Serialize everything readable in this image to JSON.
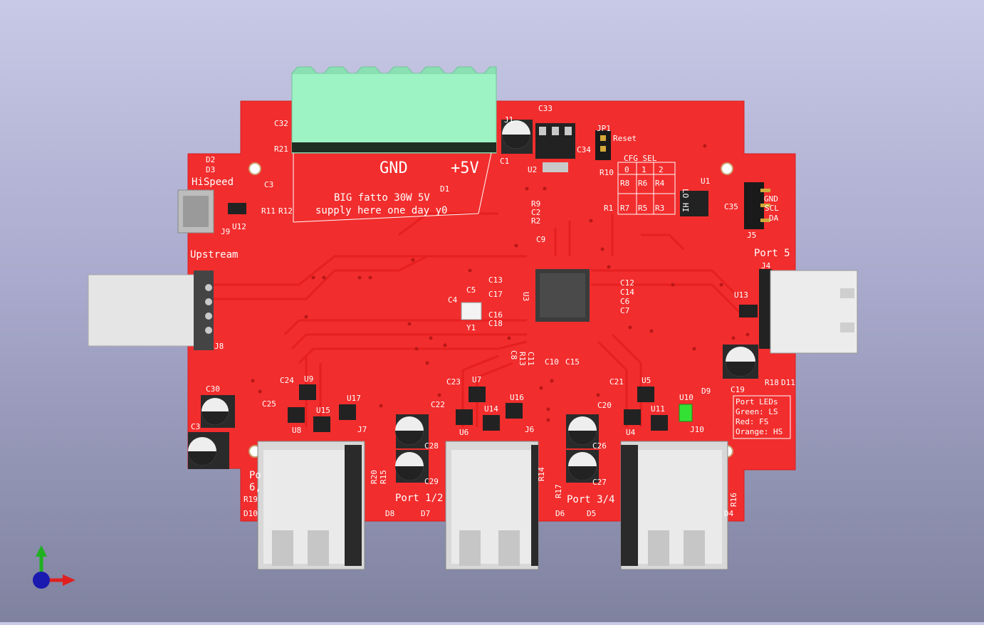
{
  "viewer": {
    "name": "3D Viewer",
    "axes": {
      "x_color": "#e02020",
      "y_color": "#20b020",
      "z_color": "#1a1ab0"
    }
  },
  "colors": {
    "background_top": "#c8c9e6",
    "background_bottom": "#7f829f",
    "board": "#f22d2d",
    "silkscreen": "#ffffff",
    "terminal_block": "#9df3c4",
    "led_green": "#35e035"
  },
  "silkscreen": {
    "hispeed": "HiSpeed",
    "upstream": "Upstream",
    "port5": "Port 5",
    "port12": "Port 1/2",
    "port34": "Port 3/4",
    "port_partial": "Po",
    "port_partial_num": "6,",
    "gnd": "GND",
    "plus5v": "+5V",
    "note_line1": "BIG fatto 30W 5V",
    "note_line2": "supply here one day y0",
    "reset": "Reset",
    "cfg_sel": "CFG_SEL",
    "cfg_cols": [
      "0",
      "1",
      "2"
    ],
    "lo_hi": "LO HI",
    "i2c_gnd": "GND",
    "i2c_scl": "SCL",
    "i2c_sda": "DA",
    "led_legend": [
      "Port LEDs",
      "Green: LS",
      "Red: FS",
      "Orange: HS"
    ]
  },
  "refs": {
    "C32": "C32",
    "R21": "R21",
    "C33": "C33",
    "J1": "J1",
    "C1": "C1",
    "U2": "U2",
    "C34": "C34",
    "JP1": "JP1",
    "R10": "R10",
    "R8": "R8",
    "R6": "R6",
    "R4": "R4",
    "R1": "R1",
    "R7": "R7",
    "R5": "R5",
    "R3": "R3",
    "U1": "U1",
    "C35": "C35",
    "J5": "J5",
    "D2": "D2",
    "D3": "D3",
    "C3": "C3",
    "R11": "R11",
    "R12": "R12",
    "J9": "J9",
    "U12": "U12",
    "D1": "D1",
    "R9": "R9",
    "C2": "C2",
    "R2": "R2",
    "C9": "C9",
    "J4": "J4",
    "U13": "U13",
    "C13": "C13",
    "C17": "C17",
    "U3": "U3",
    "C5": "C5",
    "C4": "C4",
    "Y1": "Y1",
    "C16": "C16",
    "C18": "C18",
    "C12": "C12",
    "C14": "C14",
    "C6": "C6",
    "C7": "C7",
    "C8": "C8",
    "R13": "R13",
    "C11": "C11",
    "C10": "C10",
    "C15": "C15",
    "J8": "J8",
    "C19": "C19",
    "R18": "R18",
    "D11": "D11",
    "D9": "D9",
    "C30": "C30",
    "C31": "C3",
    "C24": "C24",
    "U9": "U9",
    "U17": "U17",
    "C25": "C25",
    "U8": "U8",
    "U15": "U15",
    "J7": "J7",
    "C23": "C23",
    "U7": "U7",
    "U16": "U16",
    "C22": "C22",
    "U6": "U6",
    "U14": "U14",
    "J6": "J6",
    "C28": "C28",
    "C29": "C29",
    "C21": "C21",
    "U5": "U5",
    "U10": "U10",
    "C20": "C20",
    "U4": "U4",
    "U11": "U11",
    "J10": "J10",
    "C26": "C26",
    "C27": "C27",
    "R20": "R20",
    "R15": "R15",
    "R14": "R14",
    "R17": "R17",
    "R19": "R19",
    "D10": "D10",
    "D8": "D8",
    "D7": "D7",
    "D6": "D6",
    "D5": "D5",
    "D4": "D4",
    "R16": "R16"
  }
}
